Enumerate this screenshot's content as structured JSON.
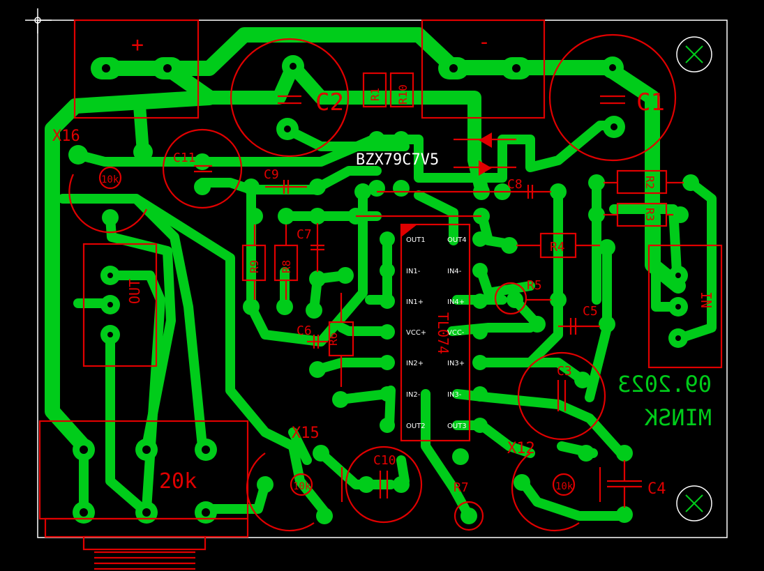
{
  "colors": {
    "background": "#000000",
    "copper": "#00cc1a",
    "silkscreen": "#e00000",
    "outline": "#ffffff"
  },
  "connectors": {
    "plus": "+",
    "minus": "-",
    "out": "OUT",
    "in": "IN"
  },
  "chip": {
    "name": "TL074",
    "pins_left": [
      "OUT1",
      "IN1-",
      "IN1+",
      "VCC+",
      "IN2+",
      "IN2-",
      "OUT2"
    ],
    "pins_right": [
      "OUT4",
      "IN4-",
      "IN4+",
      "VCC-",
      "IN3+",
      "IN3-",
      "OUT3"
    ]
  },
  "capacitors": {
    "c1": "C1",
    "c2": "C2",
    "c3": "C3",
    "c4": "C4",
    "c5": "C5",
    "c6": "C6",
    "c7": "C7",
    "c8": "C8",
    "c9": "C9",
    "c10": "C10",
    "c11": "C11"
  },
  "resistors": {
    "r1": "R1",
    "r2": "R2",
    "r3": "R3",
    "r4": "R4",
    "r5": "R5",
    "r6": "R6",
    "r7": "R7",
    "r8": "R8",
    "r9": "R9",
    "r10": "R10"
  },
  "trimmers": {
    "x12": "X12",
    "x15": "X15",
    "x16": "X16",
    "value": "10k"
  },
  "potentiometer": "20k",
  "zener": "BZX79C7V5",
  "date": "09.2023",
  "city": "MINSK"
}
